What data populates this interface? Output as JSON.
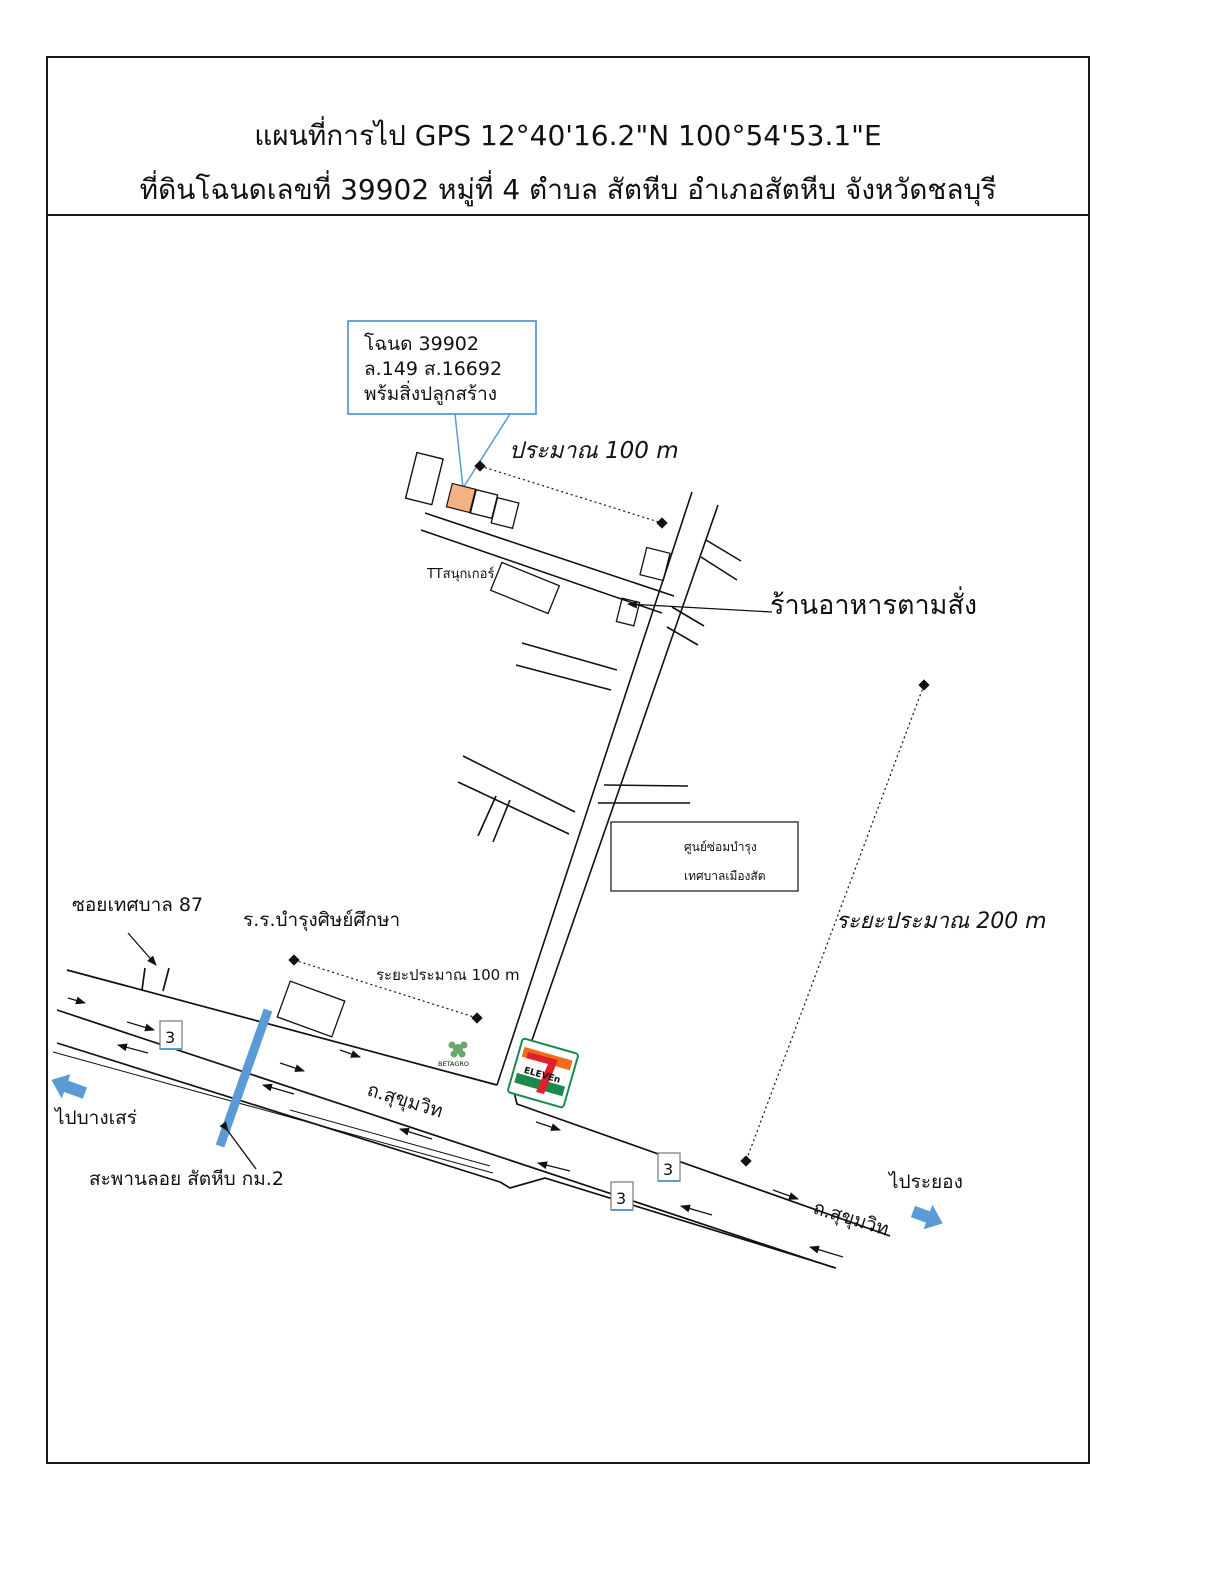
{
  "header": {
    "title_line_1": "แผนที่การไป GPS 12°40'16.2\"N 100°54'53.1\"E",
    "title_line_2": "ที่ดินโฉนดเลขที่ 39902 หมู่ที่ 4 ตำบล สัตหีบ อำเภอสัตหีบ จังหวัดชลบุรี"
  },
  "callout": {
    "line_1": "โฉนด 39902",
    "line_2": "ล.149 ส.16692",
    "line_3": "พร้มสิ่งปลูกสร้าง"
  },
  "labels": {
    "distance_top": "ประมาณ 100 m",
    "tt_snooker": "TTสนุกเกอร์",
    "restaurant": "ร้านอาหารตามสั่ง",
    "repair_center_line_1": "ศูนย์ซ่อมบำรุง",
    "repair_center_line_2": "เทศบาลเมืองสัต",
    "distance_200": "ระยะประมาณ 200 m",
    "soi_87": "ซอยเทศบาล 87",
    "school": "ร.ร.บำรุงศิษย์ศึกษา",
    "distance_100": "ระยะประมาณ 100 m",
    "road_name_1": "ถ.สุขุมวิท",
    "road_name_2": "ถ.สุขุมวิท",
    "to_bang_saen": "ไปบางเสร่",
    "to_rayong": "ไประยอง",
    "bridge": "สะพานลอย สัตหีบ กม.2",
    "route_number": "3",
    "betagro": "BETAGRO",
    "seven_eleven": "ELEVEn"
  },
  "colors": {
    "callout_border": "#5b9bd5",
    "plot_fill": "#f4b183",
    "bridge": "#5b9bd5",
    "direction_arrow": "#5b9bd5",
    "seven_green": "#1b8a4c",
    "seven_orange": "#f06c1b",
    "seven_red": "#e0202a"
  }
}
